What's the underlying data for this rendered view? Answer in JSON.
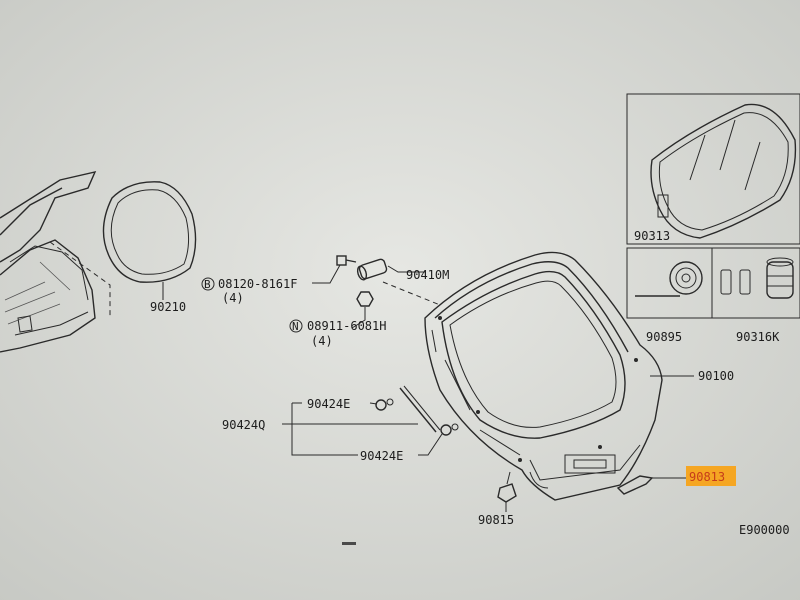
{
  "labels": {
    "glass_side": "90210",
    "bolt": "08120-8161F",
    "bolt_qty": "(4)",
    "bolt_prefix": "B",
    "hinge": "90410M",
    "nut": "08911-6081H",
    "nut_qty": "(4)",
    "nut_prefix": "N",
    "stay_end_upper": "90424E",
    "stay": "90424Q",
    "stay_end_lower": "90424E",
    "back_door": "90100",
    "handle": "90813",
    "latch": "90815",
    "inset_glass_seal": "90313",
    "inset_tape": "90895",
    "inset_clips": "90316K",
    "figure_code": "E900000"
  },
  "highlight": {
    "part": "90813",
    "color": "#f5a623"
  },
  "colors": {
    "paper": "#d8dad6",
    "ink": "#2a2a2a"
  }
}
